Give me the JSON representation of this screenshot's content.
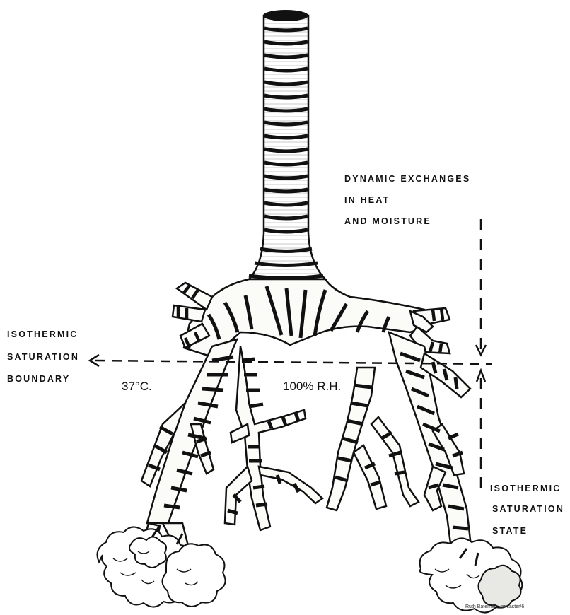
{
  "labels": {
    "dynamic_exchanges": [
      "DYNAMIC EXCHANGES",
      "IN HEAT",
      "AND MOISTURE"
    ],
    "boundary": [
      "ISOTHERMIC",
      "SATURATION",
      "BOUNDARY"
    ],
    "state": [
      "ISOTHERMIC",
      "SATURATION",
      "STATE"
    ],
    "temperature": "37°C.",
    "humidity": "100% R.H.",
    "artist_signature": "Ruth Bateman Lancaster/6"
  },
  "colors": {
    "ink": "#111111",
    "paper": "#ffffff",
    "fill": "#f6f6f2"
  }
}
